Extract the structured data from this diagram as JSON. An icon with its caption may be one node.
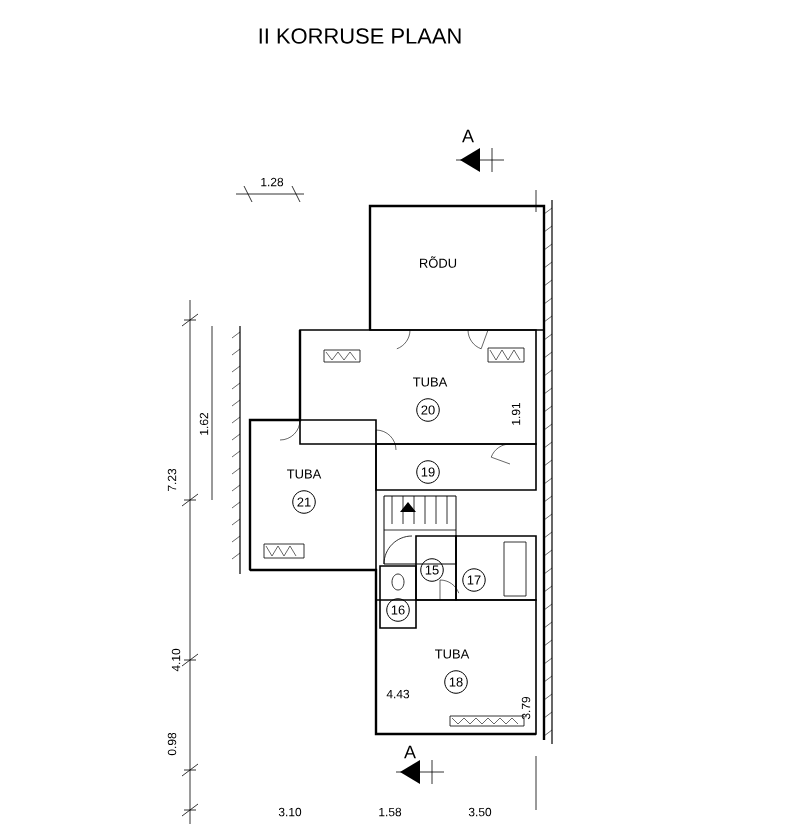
{
  "diagram": {
    "title": "II KORRUSE PLAAN",
    "nodes": [
      {
        "text": [
          "RÕDU"
        ]
      },
      {
        "text": [
          "TUBA",
          "20"
        ]
      },
      {
        "text": [
          "19"
        ]
      },
      {
        "text": [
          "TUBA",
          "21"
        ]
      },
      {
        "text": [
          "15"
        ]
      },
      {
        "text": [
          "16"
        ]
      },
      {
        "text": [
          "17"
        ]
      },
      {
        "text": [
          "TUBA",
          "18"
        ]
      }
    ],
    "labels": [
      "A",
      "1.28",
      "1.62",
      "7.23",
      "1.91",
      "4.10",
      "4.43",
      "3.79",
      "0.98",
      "A",
      "3.10",
      "1.58",
      "3.50"
    ]
  }
}
